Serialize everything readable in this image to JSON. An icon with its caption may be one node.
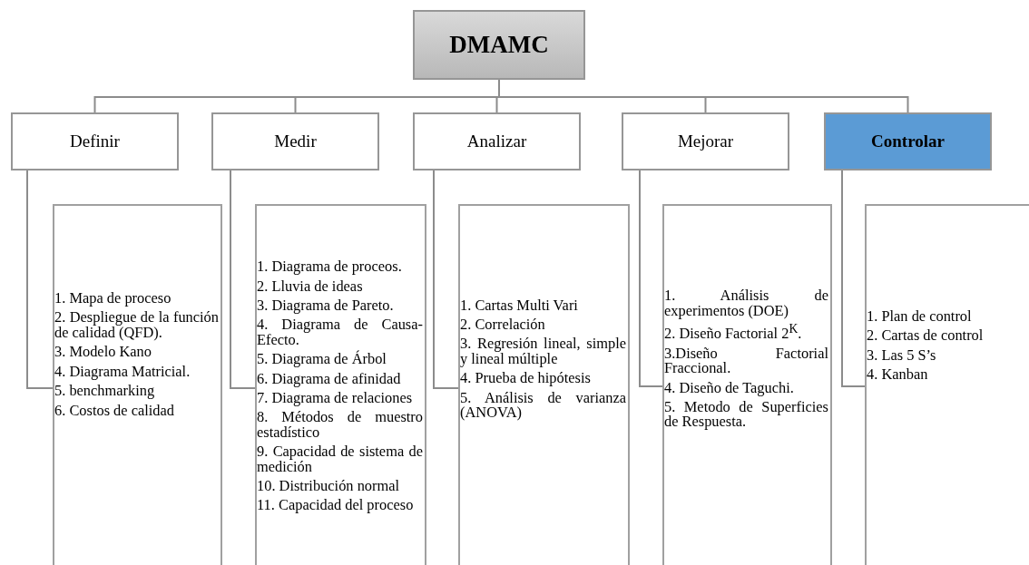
{
  "diagram": {
    "nodes": [
      {
        "text": [
          "DMAMC"
        ]
      },
      {
        "text": [
          "Definir"
        ]
      },
      {
        "text": [
          "Medir"
        ]
      },
      {
        "text": [
          "Analizar"
        ]
      },
      {
        "text": [
          "Mejorar"
        ]
      },
      {
        "text": [
          "Controlar"
        ]
      },
      {
        "text": [
          "1. Mapa de proceso",
          "2. Despliegue de la función de calidad (QFD).",
          "3. Modelo Kano",
          "4. Diagrama Matricial.",
          "5. benchmarking",
          "6. Costos de calidad"
        ]
      },
      {
        "text": [
          "1. Diagrama de proceos.",
          "2. Lluvia de ideas",
          "3. Diagrama de Pareto.",
          "4. Diagrama de Causa-Efecto.",
          "5. Diagrama de Árbol",
          "6. Diagrama de afinidad",
          "7. Diagrama de relaciones",
          "8. Métodos de muestro estadístico",
          "9. Capacidad de sistema de medición",
          "10. Distribución normal",
          "11. Capacidad del proceso"
        ]
      },
      {
        "text": [
          "1. Cartas Multi Vari",
          "2. Correlación",
          "3. Regresión lineal, simple y lineal múltiple",
          "4. Prueba de hipótesis",
          "5. Análisis de varianza (ANOVA)"
        ]
      },
      {
        "text": [
          "1. Análisis de experimentos (DOE)",
          "2. Diseño Factorial 2$^{K}$.",
          "3.Diseño Factorial Fraccional.",
          "4. Diseño de Taguchi.",
          "5. Metodo de Superficies de Respuesta."
        ]
      },
      {
        "text": [
          "1. Plan de control",
          "2. Cartas de control",
          "3. Las 5 S’s",
          "4. Kanban"
        ]
      }
    ],
    "edges": [
      {
        "from": 0,
        "to": 1,
        "arrow": "none"
      },
      {
        "from": 0,
        "to": 2,
        "arrow": "none"
      },
      {
        "from": 0,
        "to": 3,
        "arrow": "none"
      },
      {
        "from": 0,
        "to": 4,
        "arrow": "none"
      },
      {
        "from": 0,
        "to": 5,
        "arrow": "none"
      },
      {
        "from": 1,
        "to": 6,
        "arrow": "none"
      },
      {
        "from": 2,
        "to": 7,
        "arrow": "none"
      },
      {
        "from": 3,
        "to": 8,
        "arrow": "none"
      },
      {
        "from": 4,
        "to": 9,
        "arrow": "none"
      },
      {
        "from": 5,
        "to": 10,
        "arrow": "none"
      }
    ]
  }
}
